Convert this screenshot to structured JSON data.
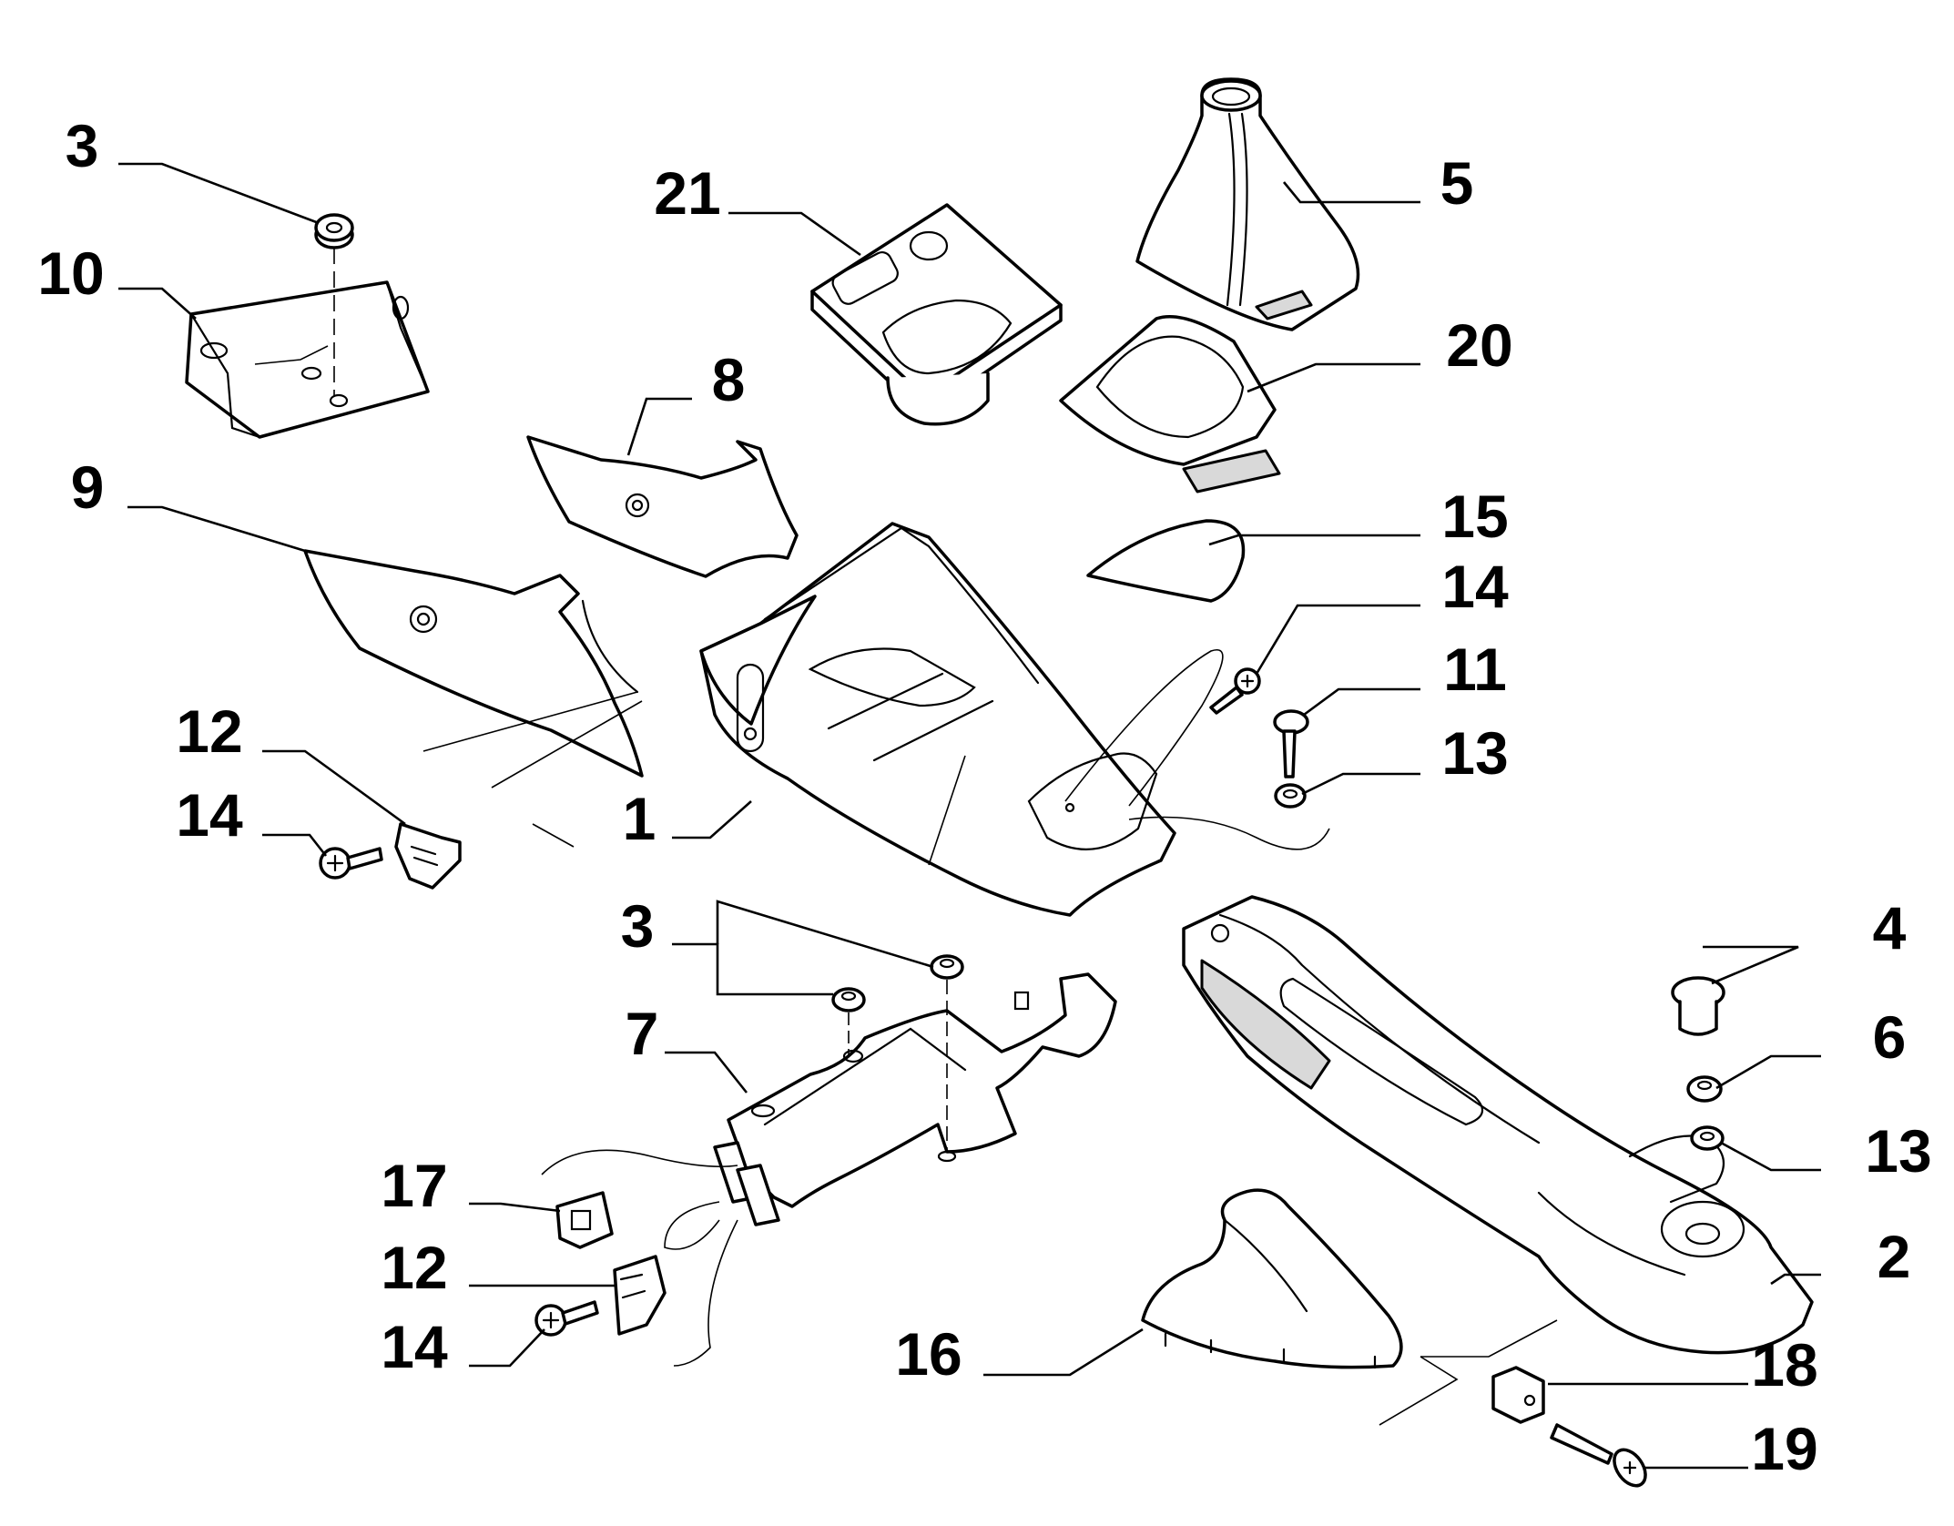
{
  "callouts": {
    "c1": "1",
    "c2": "2",
    "c3a": "3",
    "c3b": "3",
    "c4": "4",
    "c5": "5",
    "c6": "6",
    "c7": "7",
    "c8": "8",
    "c9": "9",
    "c10": "10",
    "c11": "11",
    "c12a": "12",
    "c12b": "12",
    "c13a": "13",
    "c13b": "13",
    "c14a": "14",
    "c14b": "14",
    "c14c": "14",
    "c15": "15",
    "c16": "16",
    "c17": "17",
    "c18": "18",
    "c19": "19",
    "c20": "20",
    "c21": "21"
  },
  "colors": {
    "line": "#000000",
    "background": "#ffffff",
    "shade": "#d9d9d9"
  }
}
